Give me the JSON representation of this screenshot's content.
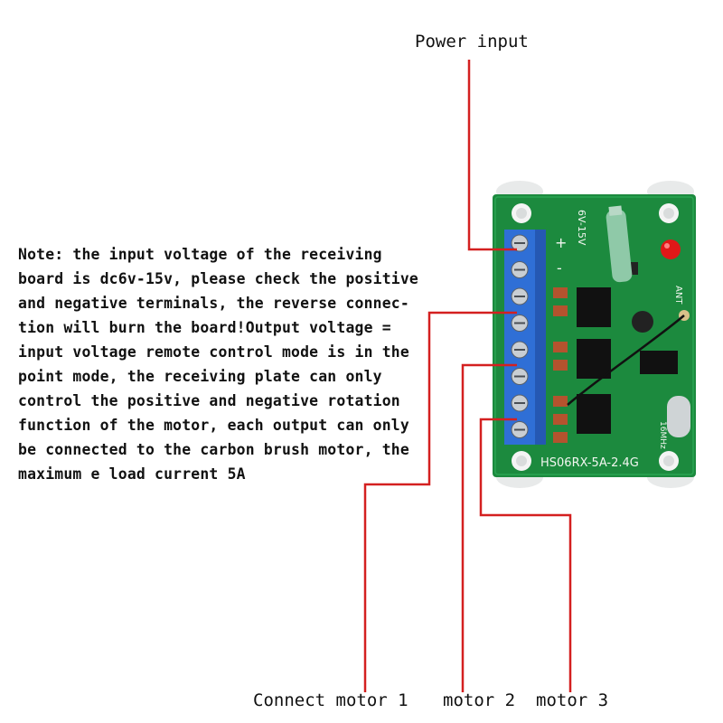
{
  "labels": {
    "power_input": "Power input",
    "connect_motor_1": "Connect motor 1",
    "motor_2": "motor 2",
    "motor_3": "motor 3"
  },
  "note": "Note: the input voltage of the receiving\nboard is dc6v-15v, please check the positive\nand negative terminals, the reverse connec-\ntion will burn the board!Output voltage =\ninput voltage remote control mode is in the\npoint mode, the receiving plate can only\ncontrol the positive and negative rotation\nfunction of the motor, each output can only\nbe connected to the carbon brush motor, the\nmaximum e load current 5A",
  "board": {
    "model": "HS06RX-5A-2.4G",
    "voltage_range": "6V-15V",
    "ant": "ANT",
    "crystal": "16MHz",
    "plus": "+",
    "minus": "-"
  },
  "colors": {
    "pcb": "#1c8a3e",
    "terminal": "#2f6fd6",
    "leader_line": "#d42020"
  }
}
